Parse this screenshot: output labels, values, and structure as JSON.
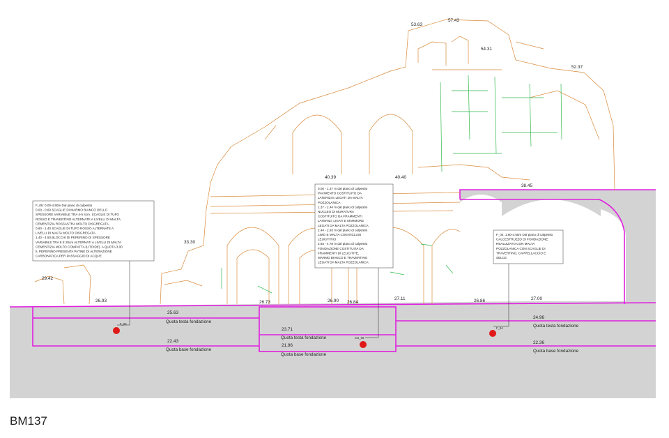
{
  "sheet_label": "BM137",
  "colors": {
    "ground": "#d3d3d3",
    "wall_outline": "#d98a3a",
    "vegetation": "#2fb84a",
    "foundation": "#e020e0",
    "sample_point": "#e01818",
    "text": "#222222"
  },
  "elevations": {
    "e5363": "53.63",
    "e5743": "57.43",
    "e5431": "54.31",
    "e5237": "52.37",
    "e4039": "40.39",
    "e4040": "40.40",
    "e3845": "38.45",
    "e3330": "33.30",
    "e2942": "29.42",
    "e2693": "26.93",
    "e2673": "26.73",
    "e2690": "26.90",
    "e2684": "26.84",
    "e2711": "27.11",
    "e2686": "26.86",
    "e2700": "27.00",
    "e2563": "25.63",
    "e2371": "23.71",
    "e2196": "21.96",
    "e2243": "22.43",
    "e2496": "24.96",
    "e2236": "22.36"
  },
  "quota_labels": {
    "top": "Quota testa fondazione",
    "base": "Quota base fondazione"
  },
  "points": {
    "p1": "F_06",
    "p2": "CG_06",
    "p3": "F_04"
  },
  "notes": {
    "left": [
      "F_06: 0.00-4.50m Dal piano di calpestio",
      "0.00 - 0.60 SCAGLIE DI MARMO BIANCO DELLO",
      "SPESSORE VARIABILE TRA 4-5 4cm. SCAGLIE DI TUFO",
      "ROSSO E TRAVERTINO ALTERNATE A LIVELLI DI MALTA",
      "CEMENTIZIA ROSSASTRA MOLTO DISGREGATA.",
      "0.60 - 1.40 SCAGLIE DI TUFO ROSSO ALTERNATE A",
      "LIVELLI DI MALTA MOLTO DISGREGATA.",
      "1.40 - 4.50 BLOCCHI DI PEPERINO DI SPESSORE",
      "VARIABILE TRA 8 E 20cm ALTERNATI A LIVELLI DI MALTA",
      "CEMENTIZIA MOLTO COMPATTA (LITOIDE). A QUOTA 3.00",
      "IL PEPERINO PRESENTA PATINE DI ALTERAZIONE",
      "CARBONATICA PER PASSAGGIO DI ACQUE"
    ],
    "center": [
      "0.00 - 1.37 m dal piano di calpestio",
      "PAVIMENTO COSTITUITO DA",
      "LATERIZI E LEGATI DA MALTA",
      "POZZOLANICA",
      "1.37 - 2.44 m dal piano di calpestio",
      "NUCLEO DI MURATURA",
      "COSTITUITO DA FRAMMENTI",
      "LATERIZI, LIGATI E MARMORE",
      "LEGATI DA MALTA POZZOLANICA",
      "2.44 - 2.93 m dal piano di calpestio",
      "LIMO E MALTA CON INCLUSI",
      "LEUCITITICI",
      "2.93 - 4.78 m dal piano di calpestio",
      "FONDAZIONE COSTITUITA DA",
      "FRAMMENTI DI LEUCITITE,",
      "MARMO BIANCO E TRAVERTINO",
      "LEGATI DA MALTA POZZOLANICA"
    ],
    "right": [
      "F_04: 1.60-4.50m Dal piano di calpestio",
      "CALCESTRUZZO DI FONDAZIONE",
      "REALIZZATO CON MALTA",
      "POZZOLANICA CON SCAGLIE DI",
      "TRAVERTINO, CAPPELLACCIO E",
      "SELCE"
    ]
  }
}
